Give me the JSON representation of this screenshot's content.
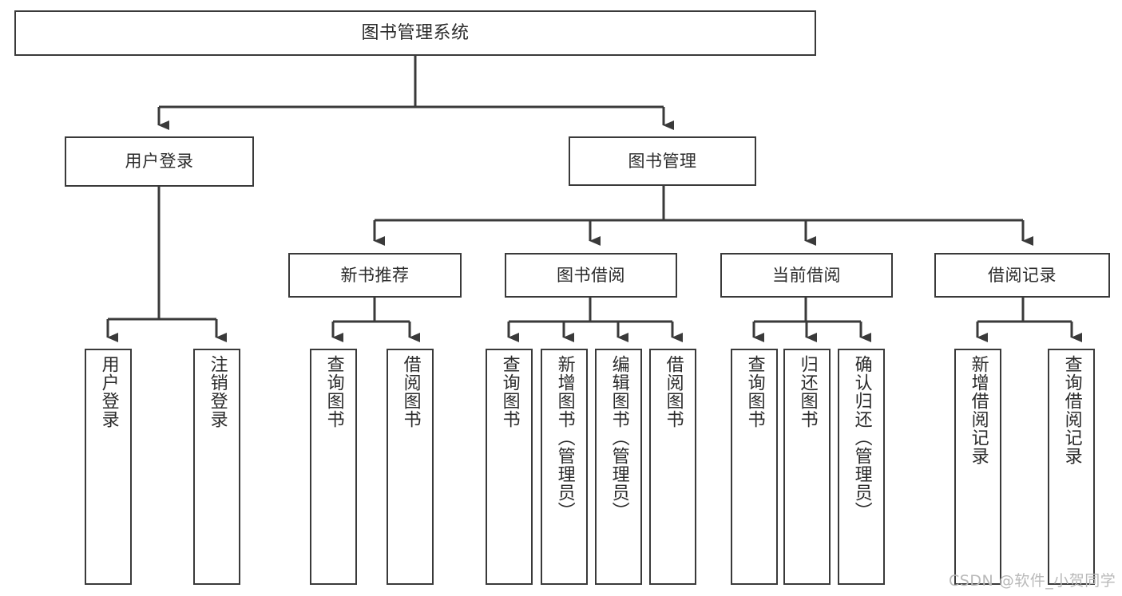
{
  "diagram": {
    "title": "图书管理系统",
    "type": "hierarchy-tree",
    "root": {
      "id": "root",
      "label": "图书管理系统"
    },
    "level2": [
      {
        "id": "user-login",
        "label": "用户登录"
      },
      {
        "id": "book-manage",
        "label": "图书管理"
      }
    ],
    "level3": [
      {
        "id": "new-book-rec",
        "label": "新书推荐",
        "parent": "book-manage"
      },
      {
        "id": "book-borrow",
        "label": "图书借阅",
        "parent": "book-manage"
      },
      {
        "id": "current-borrow",
        "label": "当前借阅",
        "parent": "book-manage"
      },
      {
        "id": "borrow-record",
        "label": "借阅记录",
        "parent": "book-manage"
      }
    ],
    "leaves": [
      {
        "id": "leaf-user-login",
        "label": "用户登录",
        "parent": "user-login"
      },
      {
        "id": "leaf-logout",
        "label": "注销登录",
        "parent": "user-login"
      },
      {
        "id": "leaf-query-book-1",
        "label": "查询图书",
        "parent": "new-book-rec"
      },
      {
        "id": "leaf-borrow-book-1",
        "label": "借阅图书",
        "parent": "new-book-rec"
      },
      {
        "id": "leaf-query-book-2",
        "label": "查询图书",
        "parent": "book-borrow"
      },
      {
        "id": "leaf-add-book",
        "label": "新增图书（管理员）",
        "parent": "book-borrow"
      },
      {
        "id": "leaf-edit-book",
        "label": "编辑图书（管理员）",
        "parent": "book-borrow"
      },
      {
        "id": "leaf-borrow-book-2",
        "label": "借阅图书",
        "parent": "book-borrow"
      },
      {
        "id": "leaf-query-book-3",
        "label": "查询图书",
        "parent": "current-borrow"
      },
      {
        "id": "leaf-return-book",
        "label": "归还图书",
        "parent": "current-borrow"
      },
      {
        "id": "leaf-confirm-return",
        "label": "确认归还（管理员）",
        "parent": "current-borrow"
      },
      {
        "id": "leaf-add-record",
        "label": "新增借阅记录",
        "parent": "borrow-record"
      },
      {
        "id": "leaf-query-record",
        "label": "查询借阅记录",
        "parent": "borrow-record"
      }
    ],
    "watermark": "CSDN @软件_小贺同学",
    "colors": {
      "stroke": "#3a3a3a",
      "background": "#ffffff",
      "text": "#2b2b2b",
      "watermark": "#b9b9b9"
    }
  }
}
